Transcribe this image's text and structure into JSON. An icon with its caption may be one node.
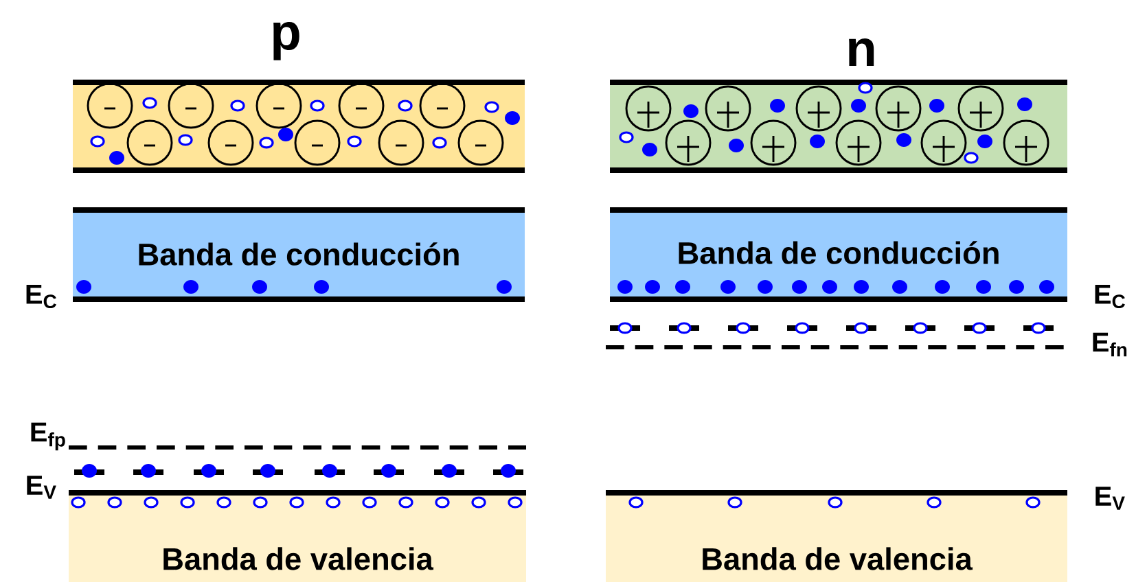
{
  "diagram": {
    "nodes": [
      {
        "text": [],
        "shape": "band"
      },
      {
        "text": [],
        "shape": "band"
      },
      {
        "text": [
          "Banda de conducción"
        ]
      },
      {
        "text": [
          "Banda de conducción"
        ]
      },
      {
        "text": [
          "Banda de valencia"
        ]
      },
      {
        "text": [
          "Banda de valencia"
        ]
      }
    ],
    "labels": [
      "p",
      "n",
      "E$_{C}$",
      "E$_{C}$",
      "E$_{fn}$",
      "E$_{fp}$",
      "E$_{V}$",
      "E$_{V}$"
    ]
  }
}
